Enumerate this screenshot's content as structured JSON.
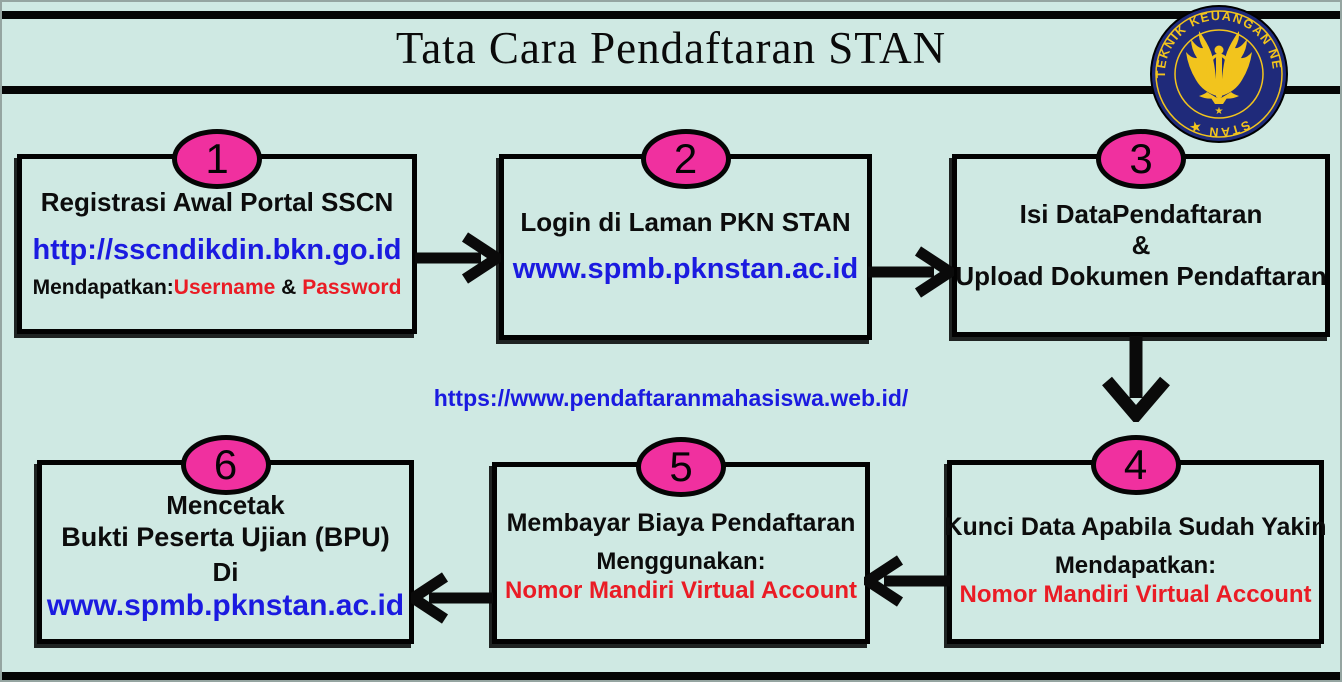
{
  "title": "Tata Cara Pendaftaran STAN",
  "center_link": "https://www.pendaftaranmahasiswa.web.id/",
  "logo": {
    "arc_text": "POLITEKNIK KEUANGAN NEGARA",
    "bottom_text": "STAN ★",
    "star": "★"
  },
  "colors": {
    "background": "#cfe9e3",
    "badge_pink": "#f0309f",
    "link_blue": "#1b1be0",
    "accent_red": "#ea1c25",
    "line_black": "#050505",
    "logo_navy": "#1f2a7a",
    "logo_gold": "#f2c41d"
  },
  "steps": [
    {
      "number": "1",
      "title": "Registrasi Awal Portal SSCN",
      "link": "http://sscndikdin.bkn.go.id",
      "sub_prefix": "Mendapatkan:",
      "sub_red1": "Username",
      "sub_amp": " & ",
      "sub_red2": "Password"
    },
    {
      "number": "2",
      "title": "Login di Laman PKN STAN",
      "link": "www.spmb.pknstan.ac.id"
    },
    {
      "number": "3",
      "line1": "Isi DataPendaftaran",
      "line2": "&",
      "line3": "Upload Dokumen Pendaftaran"
    },
    {
      "number": "4",
      "title": "Kunci Data Apabila Sudah Yakin",
      "label": "Mendapatkan:",
      "red_line": "Nomor Mandiri Virtual Account"
    },
    {
      "number": "5",
      "title": "Membayar Biaya Pendaftaran",
      "label": "Menggunakan:",
      "red_line": "Nomor Mandiri Virtual Account"
    },
    {
      "number": "6",
      "line1": "Mencetak",
      "line2": "Bukti Peserta Ujian (BPU)",
      "line3": "Di",
      "link": "www.spmb.pknstan.ac.id"
    }
  ]
}
